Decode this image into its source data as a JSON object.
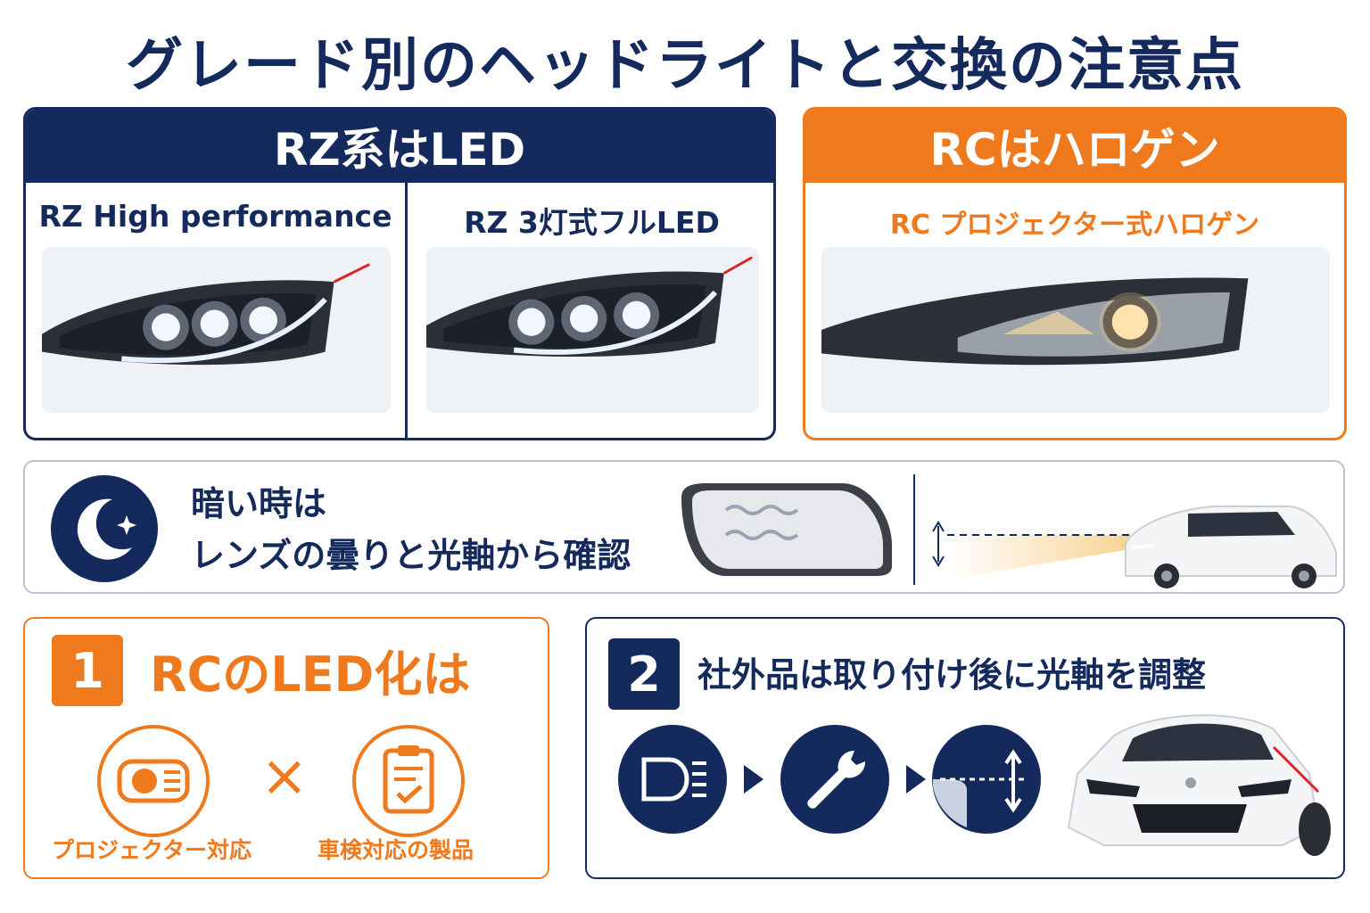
{
  "title": "グレード別のヘッドライトと交換の注意点",
  "rz_panel": {
    "header": "RZ系はLED",
    "items": [
      {
        "label": "RZ High performance"
      },
      {
        "label": "RZ 3灯式フルLED"
      }
    ]
  },
  "rc_panel": {
    "header": "RCはハロゲン",
    "items": [
      {
        "label": "RC プロジェクター式ハロゲン"
      }
    ]
  },
  "night_check": {
    "line1": "暗い時は",
    "line2": "レンズの曇りと光軸から確認",
    "icons": [
      "moon-icon",
      "foggy-lens-icon",
      "beam-axis-icon"
    ]
  },
  "tip1": {
    "number": "1",
    "title": "RCのLED化は",
    "items": [
      {
        "label": "プロジェクター対応",
        "icon": "projector-headlight-icon"
      },
      {
        "label": "車検対応の製品",
        "icon": "clipboard-check-icon"
      }
    ],
    "operator": "×"
  },
  "tip2": {
    "number": "2",
    "title": "社外品は取り付け後に光軸を調整",
    "steps": [
      "headlight-icon",
      "wrench-icon",
      "beam-adjust-icon"
    ]
  },
  "colors": {
    "navy": "#14295c",
    "orange": "#ef7a1d",
    "border_gray": "#b8c4d4"
  }
}
